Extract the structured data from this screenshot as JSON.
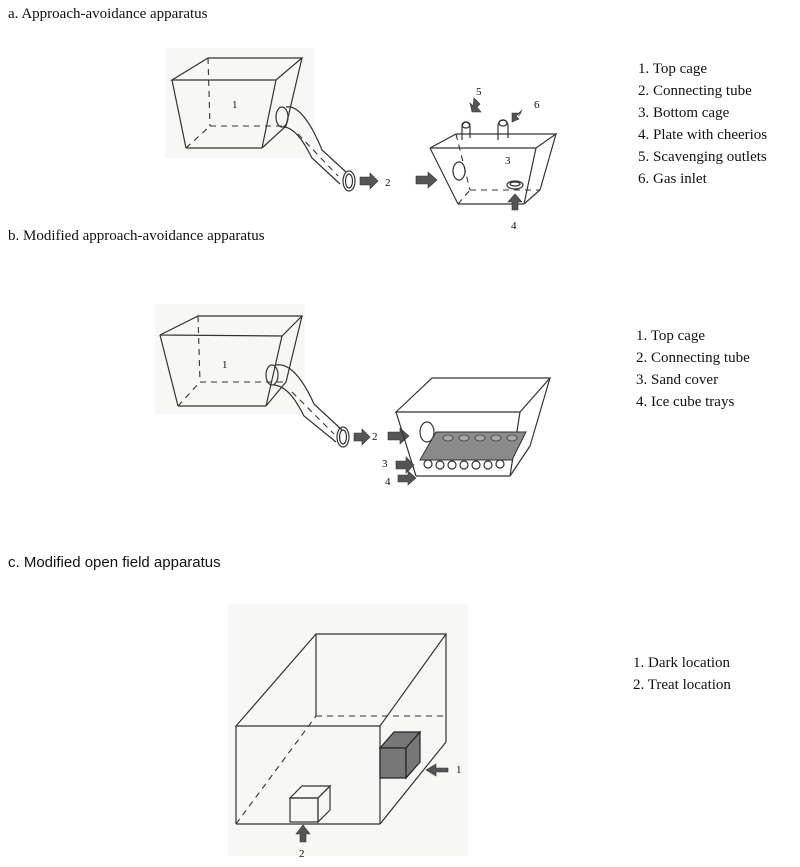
{
  "panels": {
    "a": {
      "heading": "a. Approach-avoidance apparatus",
      "legend": [
        "1. Top cage",
        "2. Connecting tube",
        "3. Bottom cage",
        "4. Plate with cheerios",
        "5. Scavenging outlets",
        "6. Gas inlet"
      ],
      "callouts": [
        "1",
        "2",
        "3",
        "4",
        "5",
        "6"
      ]
    },
    "b": {
      "heading": "b. Modified approach-avoidance apparatus",
      "legend": [
        "1. Top cage",
        "2. Connecting tube",
        "3. Sand cover",
        "4. Ice cube trays"
      ],
      "callouts": [
        "1",
        "2",
        "3",
        "4"
      ]
    },
    "c": {
      "heading": "c. Modified open field apparatus",
      "legend": [
        "1. Dark location",
        "2. Treat location"
      ],
      "callouts": [
        "1",
        "2"
      ]
    }
  },
  "colors": {
    "line": "#333333",
    "arrow": "#555555",
    "dark_fill": "#777777"
  }
}
